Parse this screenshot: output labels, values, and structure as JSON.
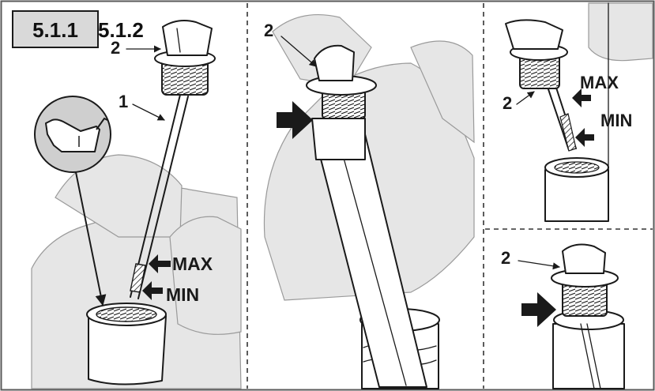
{
  "sections": [
    "5.1.1",
    "5.1.2"
  ],
  "section_sub": "2",
  "callouts": {
    "dipstick": "1",
    "cap": "2"
  },
  "levels": {
    "max": "MAX",
    "min": "MIN"
  },
  "icons": [
    "oil-can-icon",
    "arrow-icon"
  ],
  "colors": {
    "tag_fill": "#d9d9d9",
    "ink": "#1a1a1a",
    "panel_border": "#5a5a5a"
  }
}
